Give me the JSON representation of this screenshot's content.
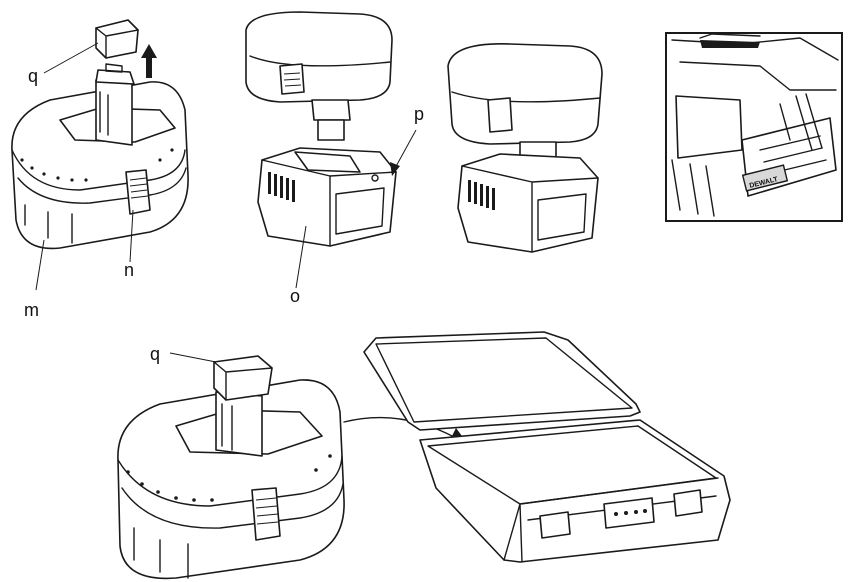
{
  "labels": {
    "q_top": "q",
    "m": "m",
    "n": "n",
    "o": "o",
    "p": "p",
    "q_bottom": "q"
  },
  "inset": {
    "brand_text": "DEWALT"
  },
  "colors": {
    "line": "#1a1a1a",
    "background": "#ffffff"
  }
}
